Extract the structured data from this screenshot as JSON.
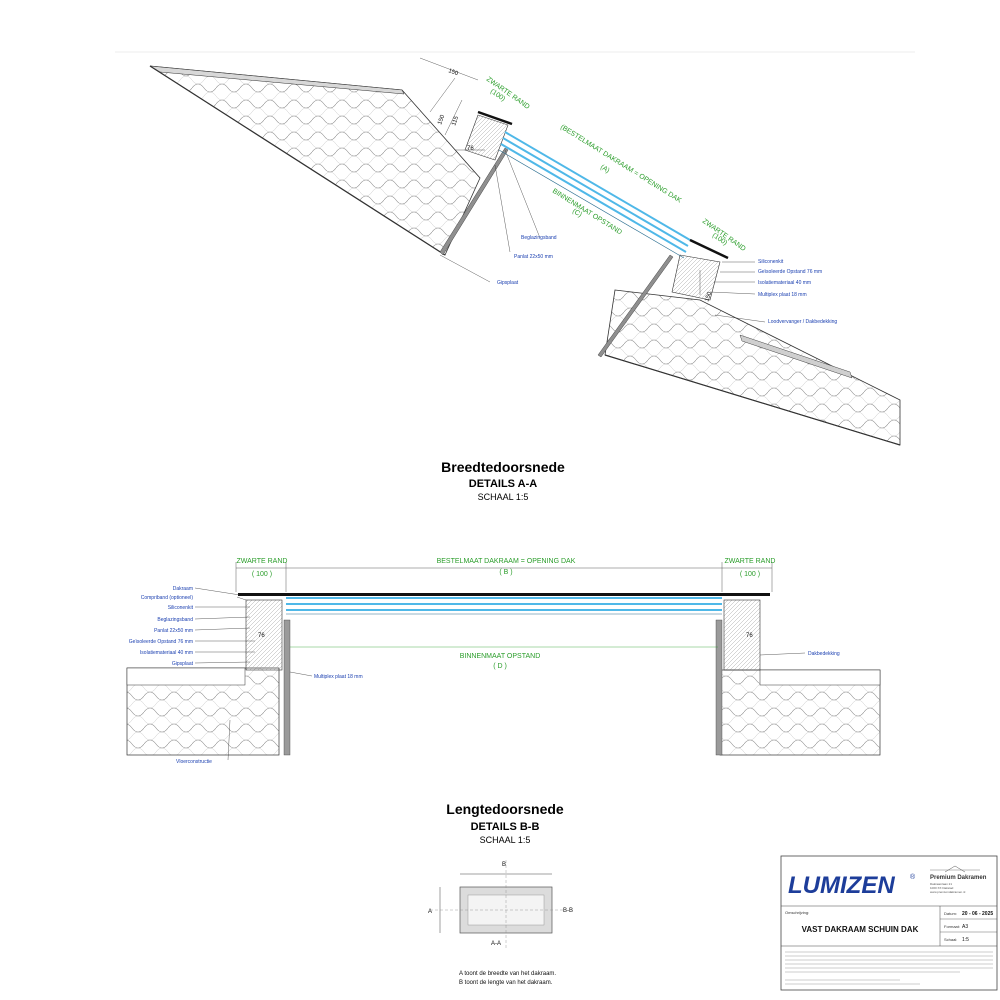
{
  "section_a": {
    "title": "Breedtedoorsnede",
    "subtitle": "DETAILS A-A",
    "scale": "SCHAAL 1:5",
    "green_labels": {
      "zwarte_rand_left": "ZWARTE RAND",
      "zwarte_rand_left_val": "(100)",
      "bestelmaat": "(BESTELMAAT DAKRAAM = OPENING DAK",
      "bestelmaat_code": "(A)",
      "binnenmaat": "BINNENMAAT OPSTAND",
      "binnenmaat_code": "(C)",
      "zwarte_rand_right": "ZWARTE RAND",
      "zwarte_rand_right_val": "(100)"
    },
    "dimensions": {
      "d150_top": "150",
      "d150_side": "150",
      "d115": "115",
      "d76": "76",
      "d150_right": "150"
    },
    "labels": {
      "beglazingsband": "Beglazingsband",
      "panlat": "Panlat 22x50 mm",
      "gipsplaat": "Gipsplaat",
      "siliconenkit": "Siliconenkit",
      "opstand": "Geïsoleerde Opstand 76 mm",
      "isolatie": "Isolatiemateriaal  40 mm",
      "multiplex": "Multiplex plaat 18 mm",
      "loodvervanger": "Loodvervanger / Dakbedekking"
    }
  },
  "section_b": {
    "title": "Lengtedoorsnede",
    "subtitle": "DETAILS B-B",
    "scale": "SCHAAL 1:5",
    "green_labels": {
      "zwarte_rand_left": "ZWARTE RAND",
      "zwarte_rand_left_val": "( 100 )",
      "bestelmaat": "BESTELMAAT DAKRAAM = OPENING DAK",
      "bestelmaat_code": "( B )",
      "binnenmaat": "BINNENMAAT OPSTAND",
      "binnenmaat_code": "( D )",
      "zwarte_rand_right": "ZWARTE RAND",
      "zwarte_rand_right_val": "( 100 )"
    },
    "left_labels": [
      "Dakraam",
      "Compriband (optioneel)",
      "Siliconenkit",
      "Beglazingsband",
      "Panlat 22x50 mm",
      "Geïsoleerde Opstand 76 mm",
      "Isolatiemateriaal  40 mm",
      "Gipsplaat"
    ],
    "multiplex": "Multiplex plaat 18 mm",
    "vloerconstructie": "Vloerconstructie",
    "dakbedekking": "Dakbedekking",
    "dim76": "76"
  },
  "key": {
    "top": "B",
    "side": "A",
    "right": "B-B",
    "bottom": "A-A",
    "note1": "A toont de breedte van het dakraam.",
    "note2": "B toont de lengte van het dakraam."
  },
  "title_block": {
    "logo": "LUMIZEN",
    "reg": "®",
    "brand": "Premium Dakramen",
    "address1": "Dakraamlaan 21",
    "address2": "1000 XX Dakstad",
    "address3": "www.premiumdakramen.nl",
    "desc_label": "Omschrijving:",
    "product": "VAST DAKRAAM SCHUIN DAK",
    "date_label": "Datum:",
    "date": "20 - 06 - 2025",
    "format_label": "Formaat:",
    "format": "A3",
    "scale_label": "Schaal:",
    "scale": "1:5",
    "colors": {
      "logo": "#1d3d9a",
      "green": "#2a9d2a",
      "glass": "#4fb8e8"
    }
  }
}
